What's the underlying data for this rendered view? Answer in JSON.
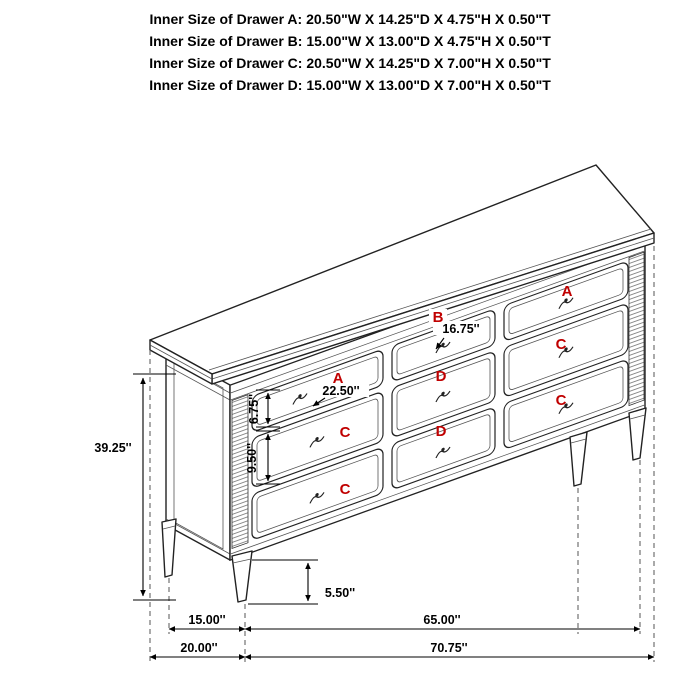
{
  "header": {
    "lines": [
      "Inner Size of Drawer A: 20.50\"W X 14.25\"D X 4.75\"H X 0.50\"T",
      "Inner Size of Drawer B: 15.00\"W X 13.00\"D X 4.75\"H X 0.50\"T",
      "Inner Size of Drawer C: 20.50\"W X 14.25\"D X 7.00\"H X 0.50\"T",
      "Inner Size of Drawer D: 15.00\"W X 13.00\"D X 7.00\"H X 0.50\"T"
    ]
  },
  "drawer_letters": {
    "left": [
      "A",
      "C",
      "C"
    ],
    "middle": [
      "B",
      "D",
      "D"
    ],
    "right": [
      "A",
      "C",
      "C"
    ]
  },
  "dimensions": {
    "total_height": "39.25''",
    "drawer_a_width": "22.50''",
    "drawer_b_width": "16.75''",
    "drawer_a_front_height": "6.75''",
    "drawer_c_front_height": "9.50''",
    "leg_height": "5.50''",
    "front_to_back_leg_spacing": "15.00''",
    "side_to_side_leg_spacing": "65.00''",
    "total_depth": "20.00''",
    "total_width": "70.75''"
  },
  "colors": {
    "drawer_label": "#c00000",
    "line": "#222222",
    "dimension_text": "#000000",
    "background": "#ffffff"
  }
}
